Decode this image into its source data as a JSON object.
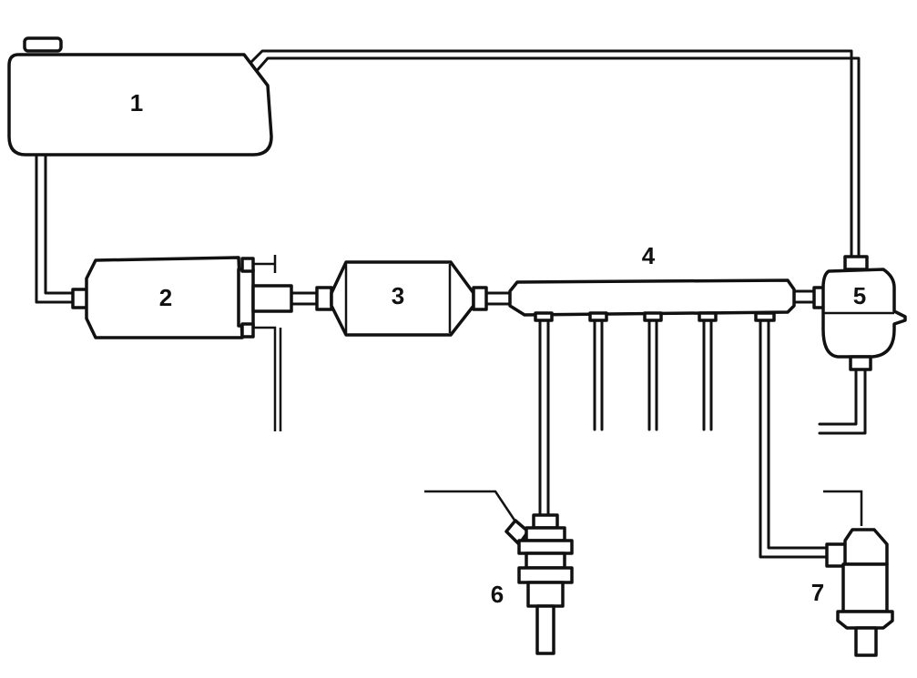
{
  "labels": {
    "tank": "1",
    "pump": "2",
    "filter": "3",
    "rail": "4",
    "regulator": "5",
    "injector": "6",
    "cold_start_valve": "7"
  }
}
